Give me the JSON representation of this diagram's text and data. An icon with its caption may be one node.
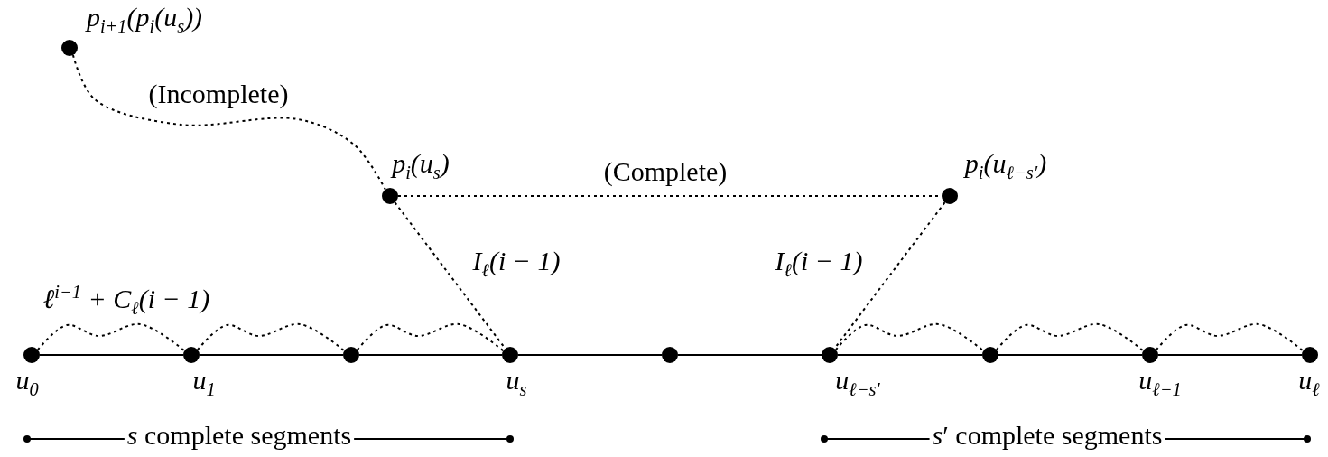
{
  "diagram": {
    "nodes": [
      {
        "text": [],
        "shape": "circle",
        "beside": [
          "p$_{i+1}$(p$_{i}$(u$_{s}$))"
        ]
      },
      {
        "text": [],
        "shape": "circle",
        "beside": [
          "p$_{i}$(u$_{s}$)"
        ]
      },
      {
        "text": [],
        "shape": "circle",
        "beside": [
          "p$_{i}$(u$_{ℓ−s′}$)"
        ]
      },
      {
        "text": [],
        "shape": "circle",
        "beside": [
          "u$_{0}$"
        ]
      },
      {
        "text": [],
        "shape": "circle",
        "beside": [
          "u$_{1}$"
        ]
      },
      {
        "text": [],
        "shape": "circle"
      },
      {
        "text": [],
        "shape": "circle",
        "beside": [
          "u$_{s}$"
        ]
      },
      {
        "text": [],
        "shape": "circle"
      },
      {
        "text": [],
        "shape": "circle",
        "beside": [
          "u$_{ℓ−s′}$"
        ]
      },
      {
        "text": [],
        "shape": "circle"
      },
      {
        "text": [],
        "shape": "circle",
        "beside": [
          "u$_{ℓ−1}$"
        ]
      },
      {
        "text": [],
        "shape": "circle",
        "beside": [
          "u$_{ℓ}$"
        ]
      }
    ],
    "edges": [
      {
        "from": 0,
        "to": 1,
        "arrow": "none",
        "style": "dashed",
        "label": "(Incomplete)"
      },
      {
        "from": 1,
        "to": 2,
        "arrow": "none",
        "style": "dashed",
        "label": "(Complete)"
      },
      {
        "from": 1,
        "to": 6,
        "arrow": "none",
        "style": "dashed",
        "label": "I$_{ℓ}$(i − 1)"
      },
      {
        "from": 2,
        "to": 8,
        "arrow": "none",
        "style": "dashed",
        "label": "I$_{ℓ}$(i − 1)"
      },
      {
        "from": 3,
        "to": 4,
        "arrow": "none"
      },
      {
        "from": 4,
        "to": 5,
        "arrow": "none"
      },
      {
        "from": 5,
        "to": 6,
        "arrow": "none"
      },
      {
        "from": 6,
        "to": 7,
        "arrow": "none"
      },
      {
        "from": 7,
        "to": 8,
        "arrow": "none"
      },
      {
        "from": 8,
        "to": 9,
        "arrow": "none"
      },
      {
        "from": 9,
        "to": 10,
        "arrow": "none"
      },
      {
        "from": 10,
        "to": 11,
        "arrow": "none"
      },
      {
        "from": 3,
        "to": 4,
        "arrow": "none",
        "style": "dashed",
        "label": "ℓ$^{i−1}$ + C$_{ℓ}$(i − 1)"
      },
      {
        "from": 4,
        "to": 5,
        "arrow": "none",
        "style": "dashed"
      },
      {
        "from": 5,
        "to": 6,
        "arrow": "none",
        "style": "dashed"
      },
      {
        "from": 8,
        "to": 9,
        "arrow": "none",
        "style": "dashed"
      },
      {
        "from": 9,
        "to": 10,
        "arrow": "none",
        "style": "dashed"
      },
      {
        "from": 10,
        "to": 11,
        "arrow": "none",
        "style": "dashed"
      }
    ],
    "labels": [
      "*s* complete segments",
      "*s*′ complete segments"
    ]
  }
}
